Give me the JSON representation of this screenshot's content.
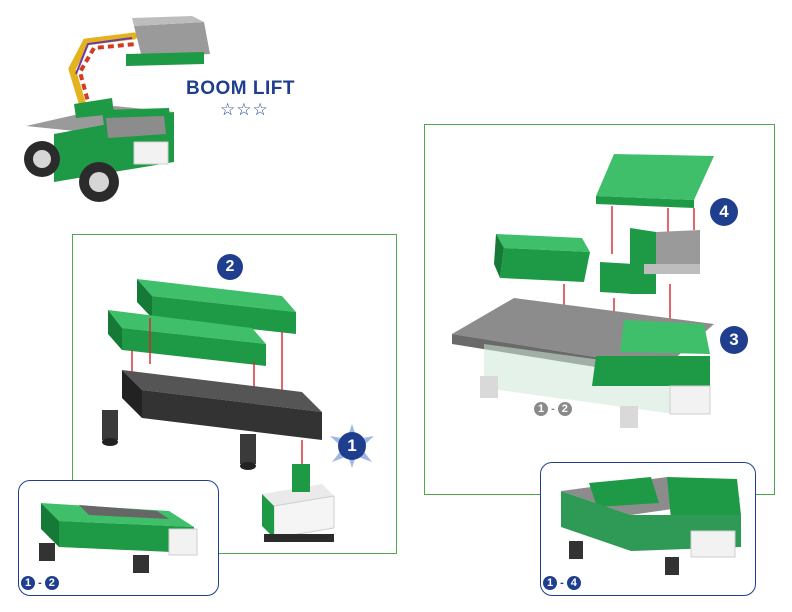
{
  "title": "BOOM LIFT",
  "rating": {
    "stars": "☆☆☆",
    "filled": 0,
    "total": 3
  },
  "steps": {
    "s1": "1",
    "s2": "2",
    "s3": "3",
    "s4": "4"
  },
  "ranges": {
    "inset_left": {
      "from": "1",
      "sep": "-",
      "to": "2"
    },
    "inset_right": {
      "from": "1",
      "sep": "-",
      "to": "4"
    },
    "ghost": {
      "from": "1",
      "sep": "-",
      "to": "2"
    }
  },
  "colors": {
    "accent_blue": "#1f3f8e",
    "frame_green": "#4fa84f",
    "brick_green": "#1e9a46",
    "brick_gray": "#8c8c8c",
    "guide_red": "#d8232a"
  }
}
